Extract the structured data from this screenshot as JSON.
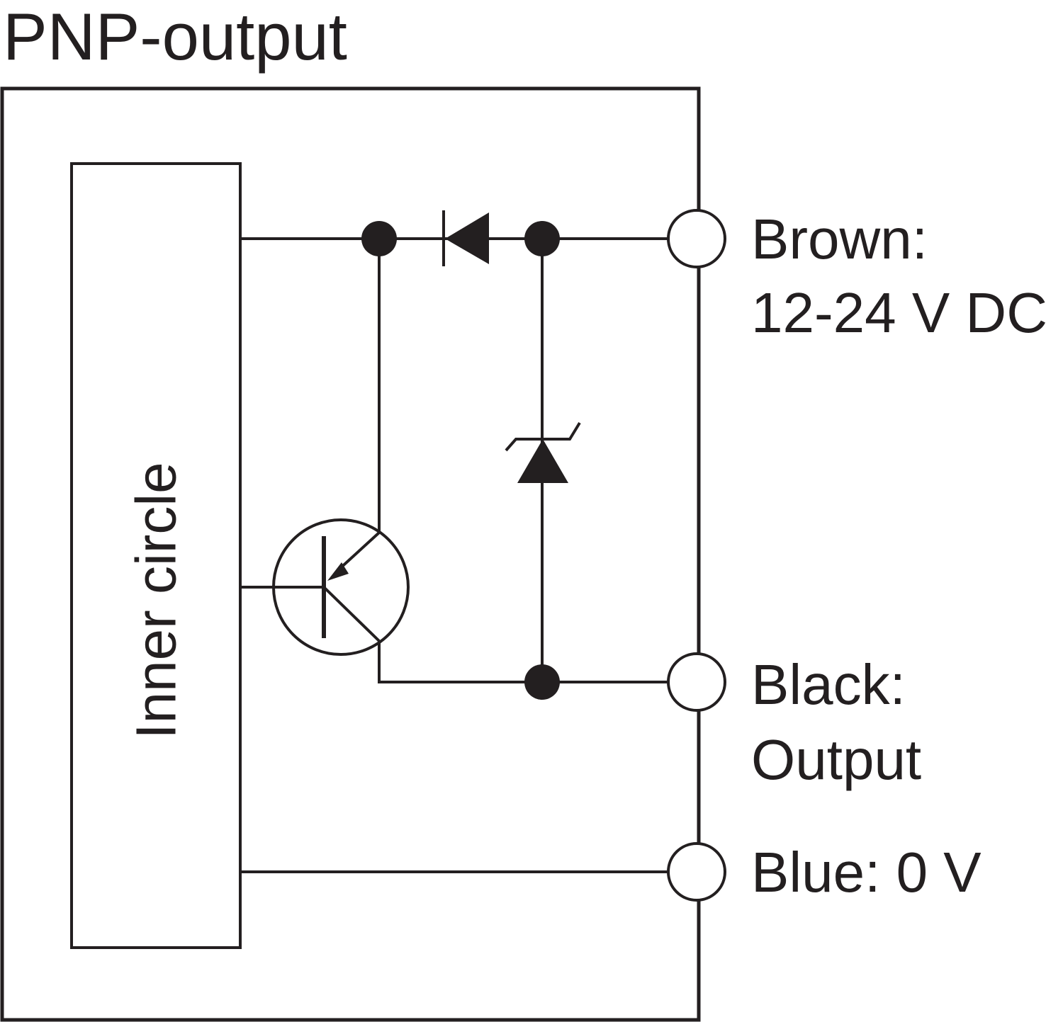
{
  "title": "PNP-output",
  "inner_block": {
    "label": "Inner circle"
  },
  "terminals": [
    {
      "wire": "brown",
      "line1": "Brown:",
      "line2": "12-24 V DC"
    },
    {
      "wire": "black",
      "line1": "Black:",
      "line2": "Output"
    },
    {
      "wire": "blue",
      "line1": "Blue: 0 V",
      "line2": ""
    }
  ],
  "components": {
    "transistor": "pnp-transistor",
    "series_diode": "diode",
    "protection_diode": "zener-diode"
  },
  "colors": {
    "line": "#231f20",
    "background": "#ffffff"
  }
}
